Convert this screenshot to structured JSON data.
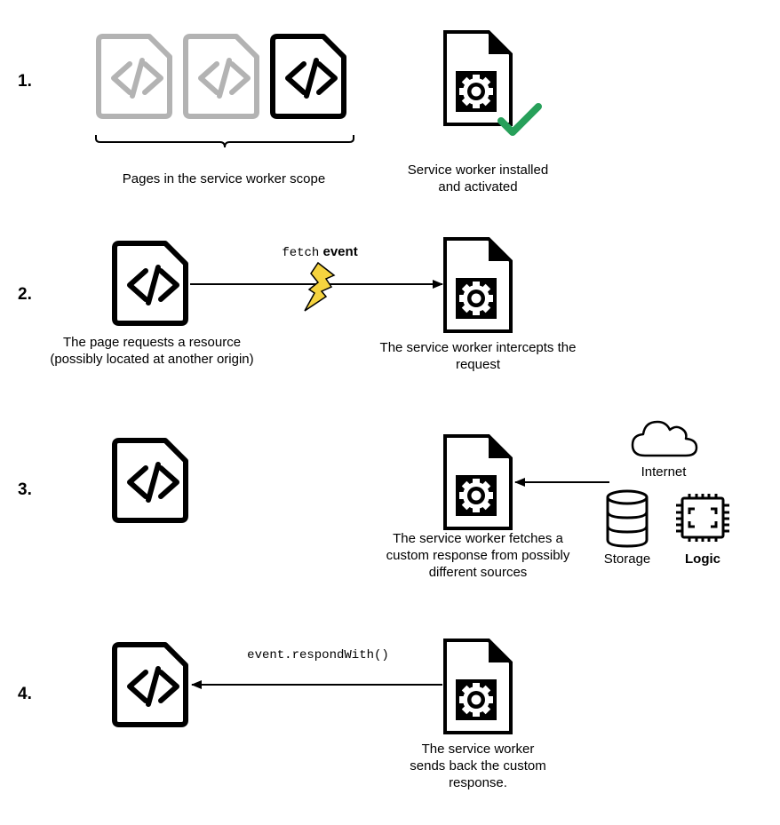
{
  "colors": {
    "ink": "#000000",
    "faded": "#b3b3b3",
    "check": "#27a05a",
    "lightning": "#f5d33f"
  },
  "steps": [
    {
      "number": "1."
    },
    {
      "number": "2."
    },
    {
      "number": "3."
    },
    {
      "number": "4."
    }
  ],
  "step1": {
    "pages_label": "Pages in the service worker scope",
    "sw_label_line1": "Service worker installed",
    "sw_label_line2": "and activated"
  },
  "step2": {
    "fetch_code": "fetch",
    "fetch_event": "event",
    "page_label_line1": "The page requests a resource",
    "page_label_line2": "(possibly located at another origin)",
    "sw_label_line1": "The service worker intercepts the",
    "sw_label_line2": "request"
  },
  "step3": {
    "internet_label": "Internet",
    "storage_label": "Storage",
    "logic_label": "Logic",
    "sw_label_line1": "The service worker fetches a",
    "sw_label_line2": "custom response from possibly",
    "sw_label_line3": "different sources"
  },
  "step4": {
    "respond_code": "event.respondWith()",
    "sw_label_line1": "The service worker",
    "sw_label_line2": "sends back the custom",
    "sw_label_line3": "response."
  },
  "icons": {
    "page": "html-document-icon",
    "service_worker": "service-worker-file-icon",
    "check": "checkmark-icon",
    "lightning": "lightning-bolt-icon",
    "cloud": "cloud-icon",
    "database": "database-icon",
    "chip": "cpu-chip-icon"
  }
}
